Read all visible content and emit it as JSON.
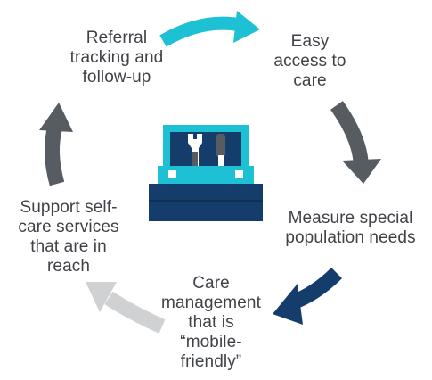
{
  "cycle": {
    "steps": [
      {
        "label": "Referral\ntracking and\nfollow-up"
      },
      {
        "label": "Easy\naccess to\ncare"
      },
      {
        "label": "Measure special\npopulation needs"
      },
      {
        "label": "Care\nmanagement\nthat is\n“mobile-\nfriendly”"
      },
      {
        "label": "Support self-\ncare services\nthat are in\nreach"
      }
    ],
    "colors": {
      "teal": "#1ec0d3",
      "gray": "#575b62",
      "navy": "#153d6b",
      "light_gray": "#d0d1d3",
      "text": "#3f4247"
    },
    "center_icon": "toolbox-icon"
  }
}
